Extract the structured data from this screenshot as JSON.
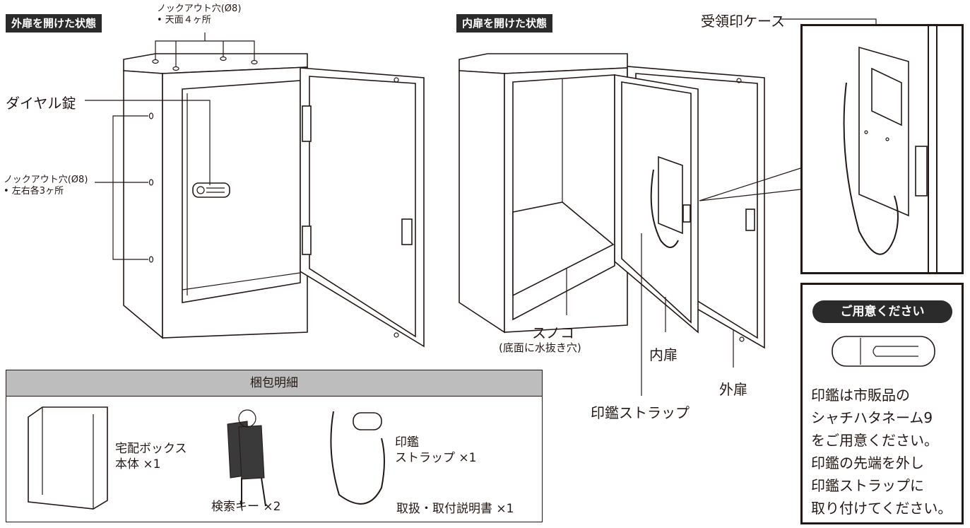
{
  "left_view": {
    "title": "外扉を開けた状態",
    "knockout_top": {
      "line1": "ノックアウト穴(Ø8)",
      "line2": "• 天面４ヶ所"
    },
    "dial_lock": "ダイヤル錠",
    "knockout_side": {
      "line1": "ノックアウト穴(Ø8)",
      "line2": "• 左右各3ヶ所"
    }
  },
  "right_view": {
    "title": "内扉を開けた状態",
    "sunoko": "スノコ",
    "sunoko_note": "(底面に水抜き穴)",
    "inner_door": "内扉",
    "outer_door": "外扉",
    "stamp_strap": "印鑑ストラップ",
    "receipt_case": "受領印ケース"
  },
  "packing": {
    "header": "梱包明細",
    "items": [
      {
        "line1": "宅配ボックス",
        "line2": "本体 ×1"
      },
      {
        "line1": "検索キー ×2",
        "line2": ""
      },
      {
        "line1": "印鑑",
        "line2": "ストラップ ×1"
      },
      {
        "line1": "取扱・取付説明書 ×1",
        "line2": ""
      }
    ]
  },
  "prepare": {
    "title": "ご用意ください",
    "lines": [
      "印鑑は市販品の",
      "シャチハタネーム9",
      "をご用意ください。",
      "印鑑の先端を外し",
      "印鑑ストラップに",
      "取り付けてください。"
    ]
  }
}
